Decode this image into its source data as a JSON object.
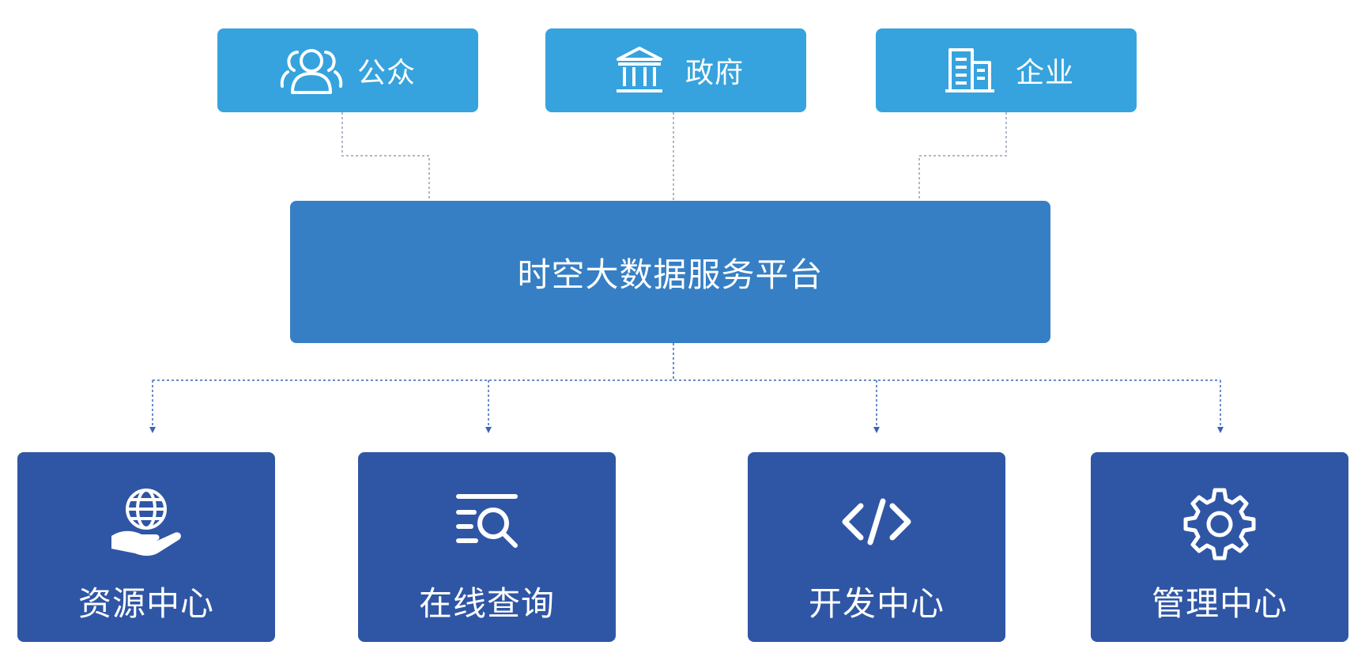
{
  "top_nodes": [
    {
      "label": "公众",
      "icon": "users-icon"
    },
    {
      "label": "政府",
      "icon": "government-building-icon"
    },
    {
      "label": "企业",
      "icon": "office-building-icon"
    }
  ],
  "platform": {
    "label": "时空大数据服务平台"
  },
  "bottom_nodes": [
    {
      "label": "资源中心",
      "icon": "globe-hand-icon"
    },
    {
      "label": "在线查询",
      "icon": "search-list-icon"
    },
    {
      "label": "开发中心",
      "icon": "code-icon"
    },
    {
      "label": "管理中心",
      "icon": "gear-icon"
    }
  ],
  "colors": {
    "top_box": "#36a3de",
    "platform_box": "#367fc4",
    "bottom_box": "#2f56a5",
    "connector_top": "#aeb8c6",
    "connector_bottom": "#6a8cc8"
  }
}
